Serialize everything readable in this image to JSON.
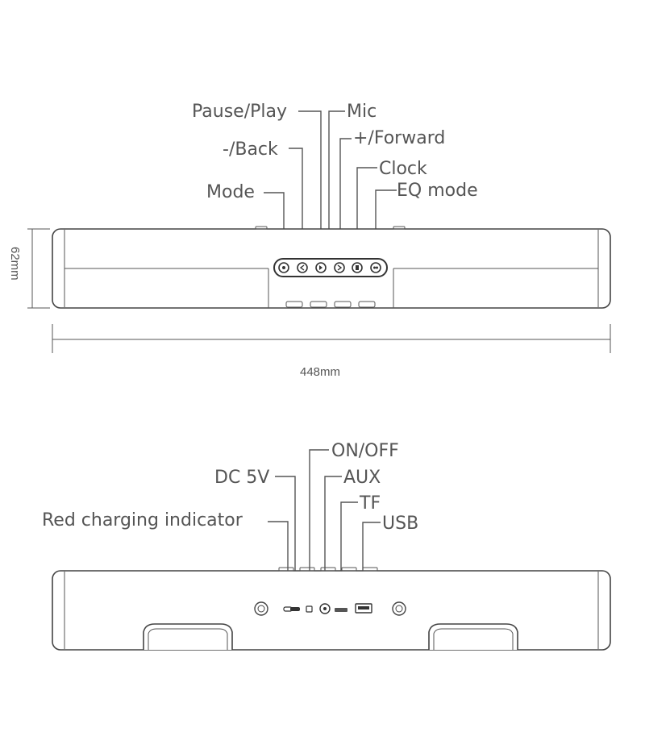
{
  "front_view": {
    "labels": {
      "pause_play": "Pause/Play",
      "mic": "Mic",
      "back": "-/Back",
      "forward": "+/Forward",
      "clock": "Clock",
      "mode": "Mode",
      "eq_mode": "EQ mode"
    },
    "height_dimension": "62mm",
    "width_dimension": "448mm"
  },
  "rear_view": {
    "labels": {
      "on_off": "ON/OFF",
      "dc_5v": "DC 5V",
      "aux": "AUX",
      "tf": "TF",
      "usb": "USB",
      "red_charging_indicator": "Red charging indicator"
    }
  }
}
